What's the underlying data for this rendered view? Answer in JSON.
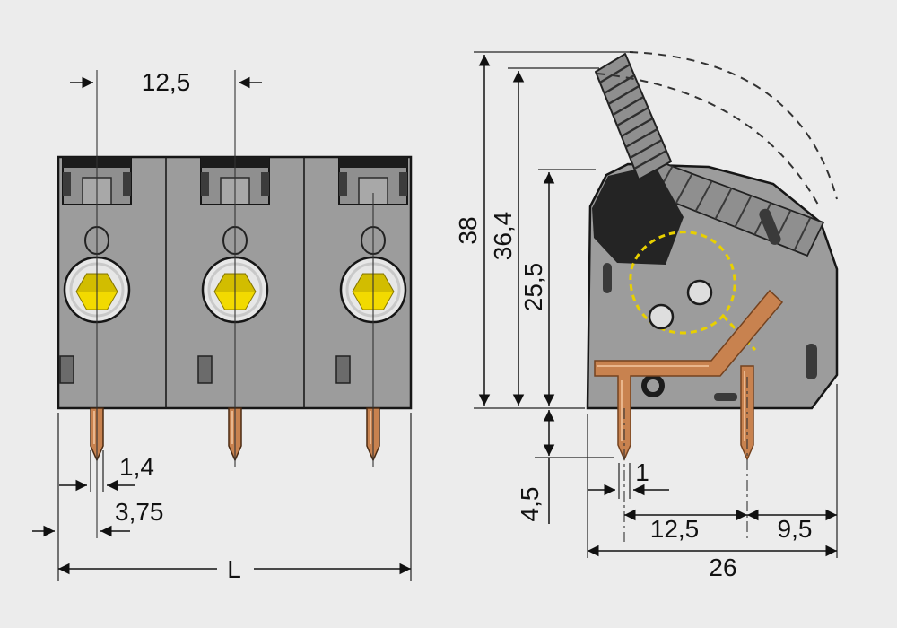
{
  "drawing": {
    "title": "terminal-block-dimension-drawing",
    "colors": {
      "background": "#ececec",
      "body_gray": "#9c9c9c",
      "dark_gray": "#242424",
      "accent_yellow": "#f2da00",
      "copper": "#c8824f",
      "line": "#111111"
    },
    "front_view": {
      "dim_pitch": "12,5",
      "dim_pin_width": "1,4",
      "dim_pin_offset": "3,75",
      "dim_length": "L"
    },
    "side_view": {
      "dim_total_height": "38",
      "dim_lever_height": "36,4",
      "dim_body_height": "25,5",
      "dim_pin_length": "4,5",
      "dim_pin_width": "1",
      "dim_pin_pitch": "12,5",
      "dim_edge_offset": "9,5",
      "dim_total_depth": "26"
    }
  }
}
